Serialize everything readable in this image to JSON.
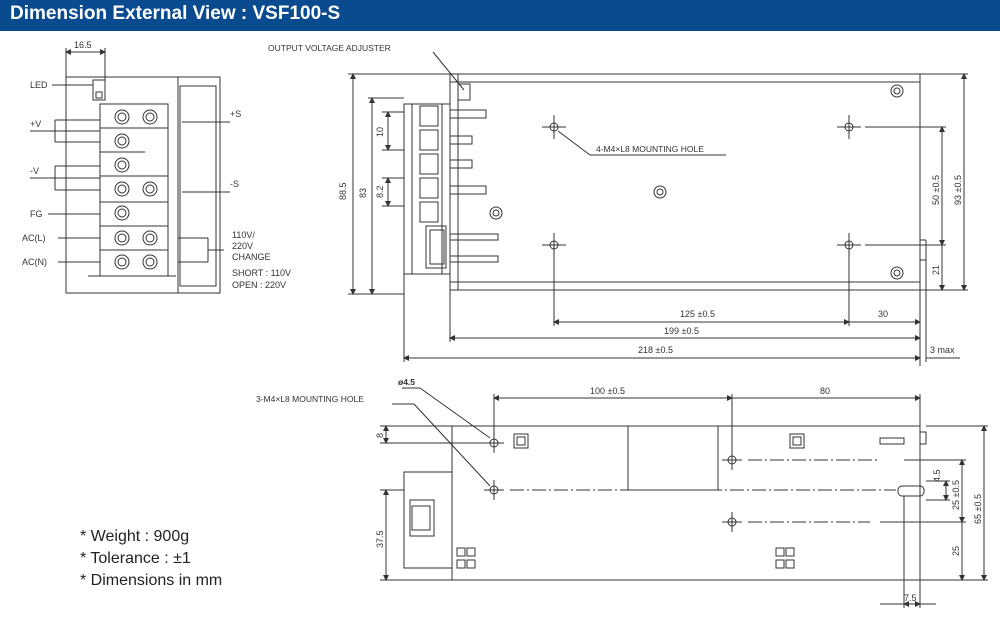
{
  "header": {
    "title": "Dimension External View : VSF100-S"
  },
  "terminal_labels": [
    "LED",
    "+V",
    "-V",
    "FG",
    "AC(L)",
    "AC(N)"
  ],
  "sense_labels": [
    "+S",
    "-S"
  ],
  "change_note": [
    "110V/",
    "220V",
    "CHANGE"
  ],
  "short_open": [
    "SHORT : 110V",
    "OPEN  : 220V"
  ],
  "callouts": {
    "output_adjuster": "OUTPUT VOLTAGE ADJUSTER",
    "mount_4": "4-M4×L8 MOUNTING HOLE",
    "mount_3": "3-M4×L8 MOUNTING HOLE",
    "phi": "ø4.5"
  },
  "dims": {
    "d16_5": "16.5",
    "d88_5": "88.5",
    "d83": "83",
    "d10": "10",
    "d8_2": "8.2",
    "d50": "50 ±0.5",
    "d93": "93 ±0.5",
    "d21": "21",
    "d125": "125 ±0.5",
    "d30": "30",
    "d199": "199 ±0.5",
    "d218": "218 ±0.5",
    "d3max": "3 max",
    "d100": "100 ±0.5",
    "d80": "80",
    "d8": "8",
    "d37_5": "37.5",
    "d4_5": "4.5",
    "d25a": "25 ±0.5",
    "d65": "65 ±0.5",
    "d25b": "25",
    "d7_5": "7.5"
  },
  "notes": [
    "* Weight : 900g",
    "* Tolerance : ±1",
    "* Dimensions in mm"
  ]
}
